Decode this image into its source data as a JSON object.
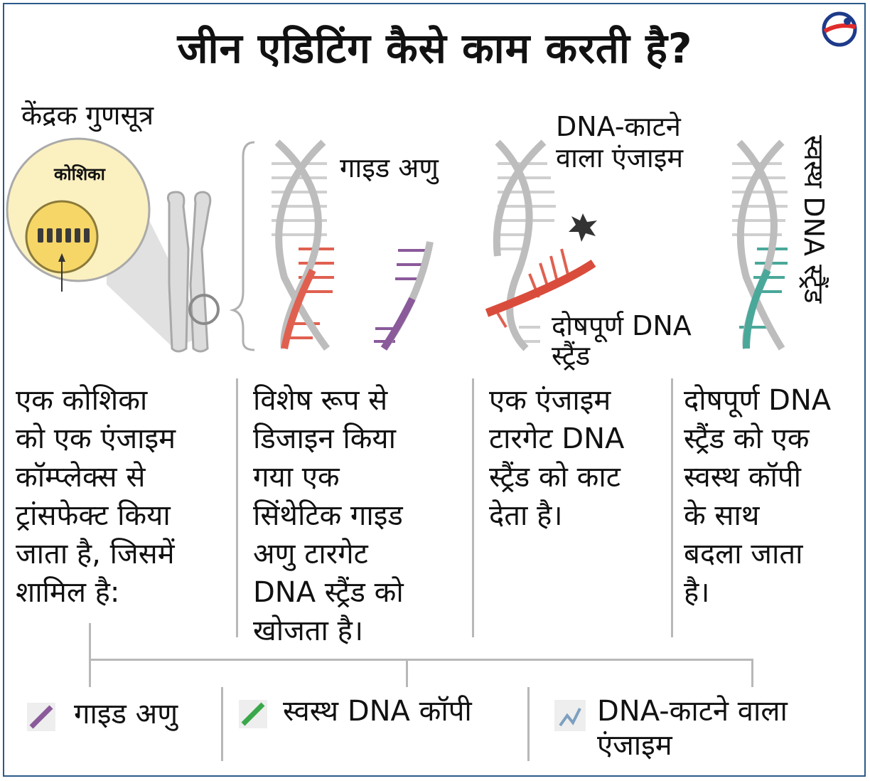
{
  "title": "जीन एडिटिंग कैसे काम करती है?",
  "colors": {
    "frame": "#2b5a8a",
    "nucleus": "#f6e08c",
    "cell": "#fbf0c0",
    "faulty": "#e06050",
    "guide": "#8a5a9a",
    "healthy": "#4aa89a",
    "helix": "#bdbdbd"
  },
  "diagram": {
    "nucleus_label": "केंद्रक गुणसूत्र",
    "cell_label": "कोशिका",
    "guide_label": "गाइड अणु",
    "enzyme_label_lines": [
      "DNA-काटने",
      "वाला एंजाइम"
    ],
    "faulty_label_lines": [
      "दोषपूर्ण DNA",
      "स्ट्रैंड"
    ],
    "healthy_label": "स्वस्थ DNA स्ट्रैंड"
  },
  "steps": [
    {
      "lines": [
        "एक कोशिका",
        "को एक एंजाइम",
        "कॉम्प्लेक्स से",
        "ट्रांसफेक्ट किया",
        "जाता है, जिसमें",
        "शामिल है:"
      ]
    },
    {
      "lines": [
        "विशेष रूप से",
        "डिजाइन किया",
        "गया एक",
        "सिंथेटिक गाइड",
        "अणु टारगेट",
        "DNA स्ट्रैंड को",
        "खोजता है।"
      ]
    },
    {
      "lines": [
        "एक एंजाइम",
        "टारगेट DNA",
        "स्ट्रैंड को काट",
        "देता है।"
      ]
    },
    {
      "lines": [
        "दोषपूर्ण DNA",
        "स्ट्रैंड को एक",
        "स्वस्थ कॉपी",
        "के साथ",
        "बदला जाता",
        "है।"
      ]
    }
  ],
  "legend": [
    {
      "icon": "guide-molecule-icon",
      "lines": [
        "गाइड अणु"
      ]
    },
    {
      "icon": "healthy-dna-icon",
      "lines": [
        "स्वस्थ DNA कॉपी"
      ]
    },
    {
      "icon": "enzyme-icon",
      "lines": [
        "DNA-काटने वाला",
        "एंजाइम"
      ]
    }
  ]
}
